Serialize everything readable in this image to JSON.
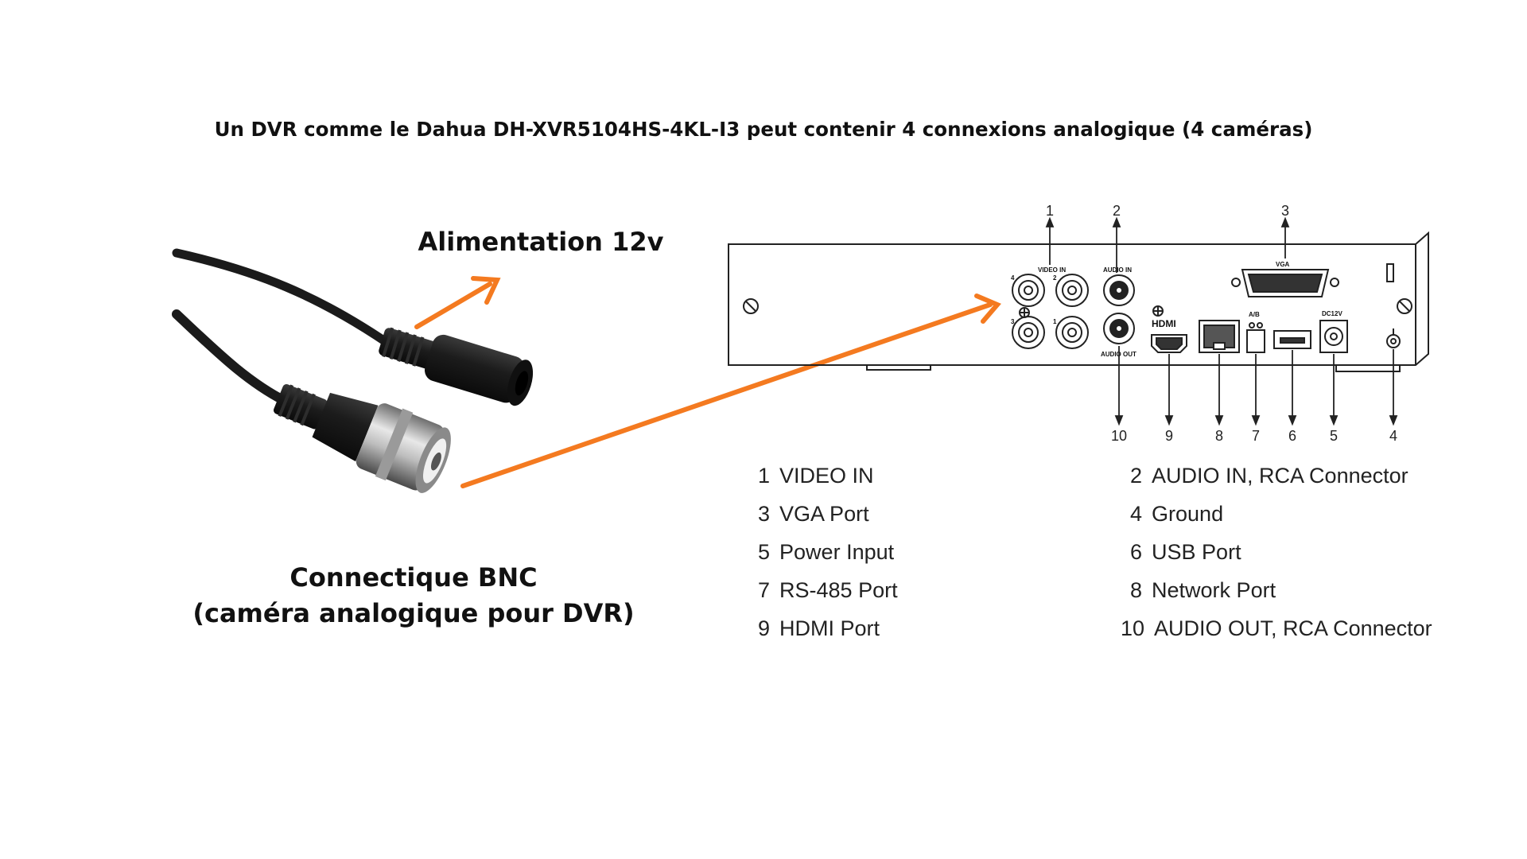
{
  "heading": "Un DVR comme le Dahua DH-XVR5104HS-4KL-I3 peut contenir 4 connexions analogique (4 caméras)",
  "labels": {
    "power": "Alimentation 12v",
    "bnc_line1": "Connectique BNC",
    "bnc_line2": "(caméra analogique pour DVR)"
  },
  "callout_numbers": {
    "top": [
      "1",
      "2",
      "3"
    ],
    "bottom": [
      "10",
      "9",
      "8",
      "7",
      "6",
      "5",
      "4"
    ]
  },
  "panel_text": {
    "video_in": "VIDEO IN",
    "audio_in": "AUDIO IN",
    "audio_out": "AUDIO OUT",
    "vga": "VGA",
    "ab": "A/B",
    "dc12v": "DC12V",
    "hdmi": "HDMI",
    "bnc_1": "1",
    "bnc_2": "2",
    "bnc_3": "3",
    "bnc_4": "4"
  },
  "legend": [
    {
      "num": "1",
      "text": "VIDEO IN"
    },
    {
      "num": "2",
      "text": "AUDIO IN, RCA Connector"
    },
    {
      "num": "3",
      "text": "VGA Port"
    },
    {
      "num": "4",
      "text": "Ground"
    },
    {
      "num": "5",
      "text": "Power Input"
    },
    {
      "num": "6",
      "text": "USB Port"
    },
    {
      "num": "7",
      "text": "RS-485 Port"
    },
    {
      "num": "8",
      "text": "Network Port"
    },
    {
      "num": "9",
      "text": "HDMI Port"
    },
    {
      "num": "10",
      "text": "AUDIO OUT, RCA Connector"
    }
  ],
  "colors": {
    "arrow": "#F47A20",
    "cable": "#1b1b1b",
    "panel_line": "#222222"
  }
}
